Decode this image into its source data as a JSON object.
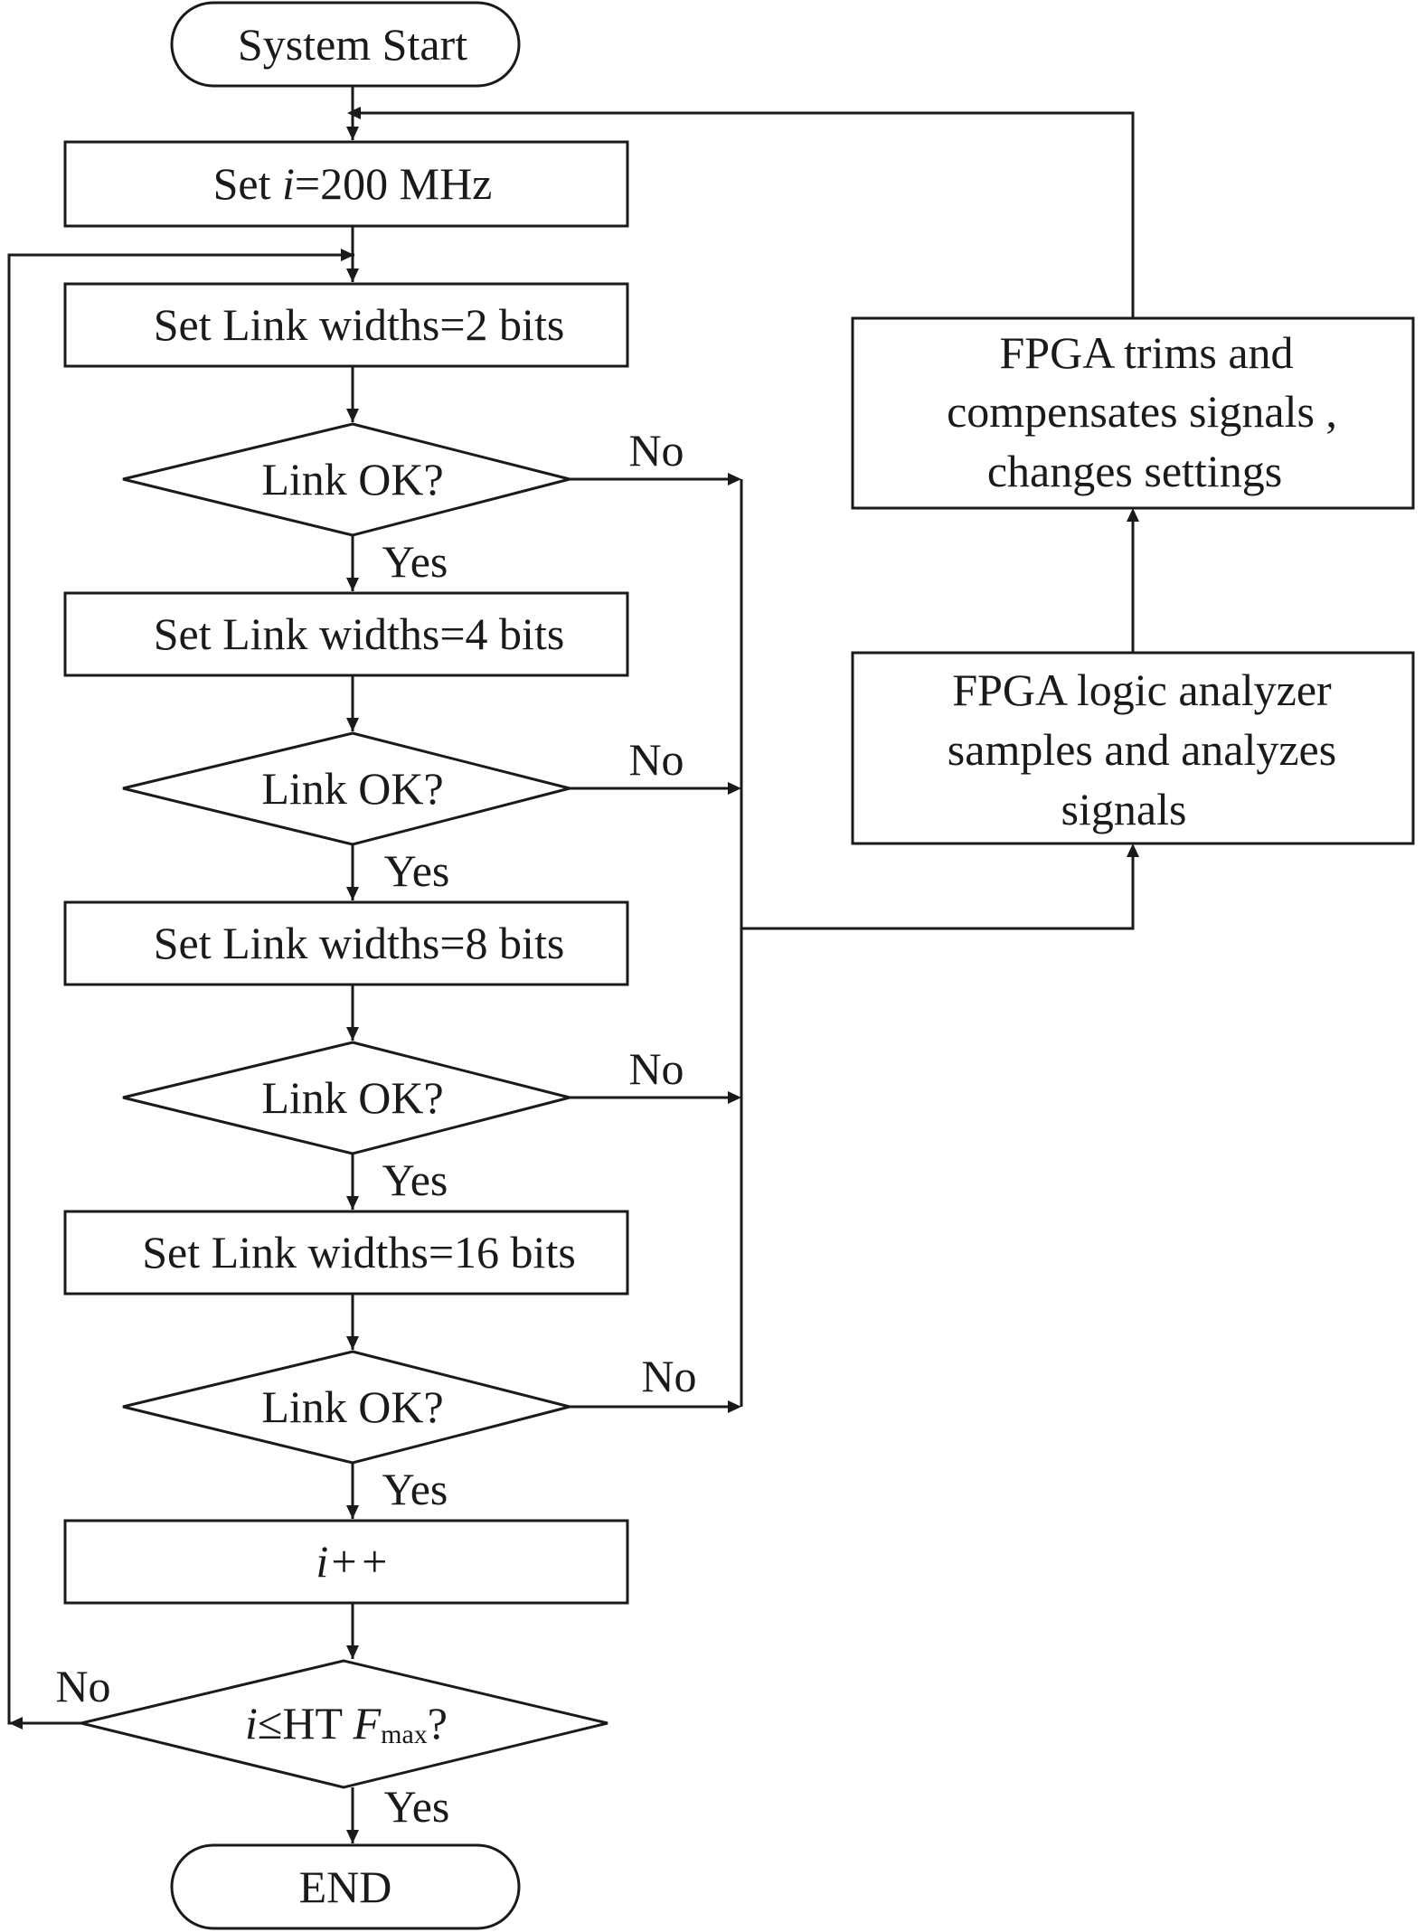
{
  "start": {
    "label": "System Start"
  },
  "set_freq": {
    "prefix": "Set ",
    "var": "i",
    "suffix": "=200 MHz"
  },
  "steps": [
    {
      "label": "Set Link widths=2 bits"
    },
    {
      "label": "Set Link widths=4 bits"
    },
    {
      "label": "Set Link widths=8 bits"
    },
    {
      "label": "Set Link widths=16 bits"
    }
  ],
  "decision_label": "Link OK?",
  "yes_label": "Yes",
  "no_label": "No",
  "increment": {
    "label": "i++"
  },
  "final_decision": {
    "var": "i",
    "rel": "≤HT ",
    "f": "F",
    "sub": "max",
    "q": "?"
  },
  "end": {
    "label": "END"
  },
  "analyzer": {
    "lines": [
      "FPGA logic analyzer",
      "samples and analyzes",
      "signals"
    ]
  },
  "trim": {
    "lines": [
      "FPGA trims and",
      "compensates signals ,",
      "changes settings"
    ]
  }
}
